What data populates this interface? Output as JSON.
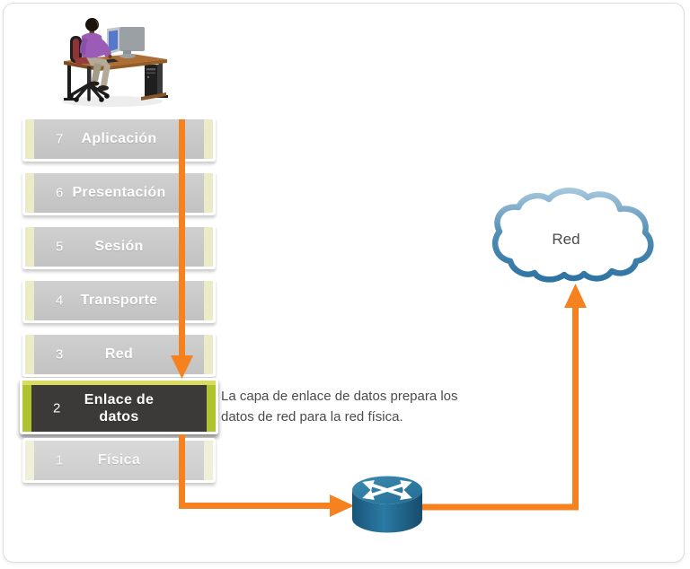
{
  "diagram": {
    "osi_stack": {
      "layers": [
        {
          "num": "7",
          "label": "Aplicación"
        },
        {
          "num": "6",
          "label": "Presentación"
        },
        {
          "num": "5",
          "label": "Sesión"
        },
        {
          "num": "4",
          "label": "Transporte"
        },
        {
          "num": "3",
          "label": "Red"
        },
        {
          "num": "2",
          "label": "Enlace de datos",
          "highlighted": true
        },
        {
          "num": "1",
          "label": "Física"
        }
      ]
    },
    "annotation": "La capa de enlace de datos prepara los datos de red para la red física.",
    "cloud_label": "Red",
    "colors": {
      "arrow_orange": "#F5821F",
      "highlight_box_bg": "#3B3A39",
      "highlight_stripe": "#AEC32D",
      "highlight_top_stripe": "#D9DB63",
      "box_gray": "#C7C7C7",
      "box_stripe": "#EBEBC7",
      "router_blue": "#21688F",
      "cloud_stroke_blue": "#2E74A3"
    }
  }
}
